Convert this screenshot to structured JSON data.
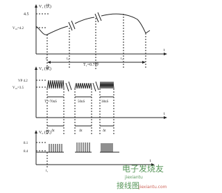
{
  "panel1": {
    "ylabel": "V₁ (伏)",
    "tick_top": "4.5",
    "tick_low": "V₁₆=4.2",
    "time_label": "T₁=0.7秒",
    "x_end": "t",
    "marker_t1": "t₁",
    "marker_t2": "t₂",
    "marker_tr": "t₁"
  },
  "panel2": {
    "ylabel": "V₂ (伏)",
    "tick_top": "VP 4.2",
    "tick_low": "V₁₀=3.5",
    "interval1": "T₂=70nS",
    "interval2": "50nS",
    "interval3": "38nS",
    "x_end": "t",
    "delta1": "Δt",
    "delta2": "Δt",
    "delta3": "Δt"
  },
  "panel3": {
    "ylabel": "V₀ (伏)",
    "tick_top": "8.1",
    "tick_low": "8.4",
    "x_end": "t",
    "marker": "t₁"
  },
  "watermark": {
    "cn": "电子发烧友",
    "en": "jiexiantu",
    "mark": "接线图",
    "url": "jiexiantu.com"
  },
  "colors": {
    "line": "#222222",
    "watermark": "#2f7d32",
    "logo": "#c0392b"
  }
}
